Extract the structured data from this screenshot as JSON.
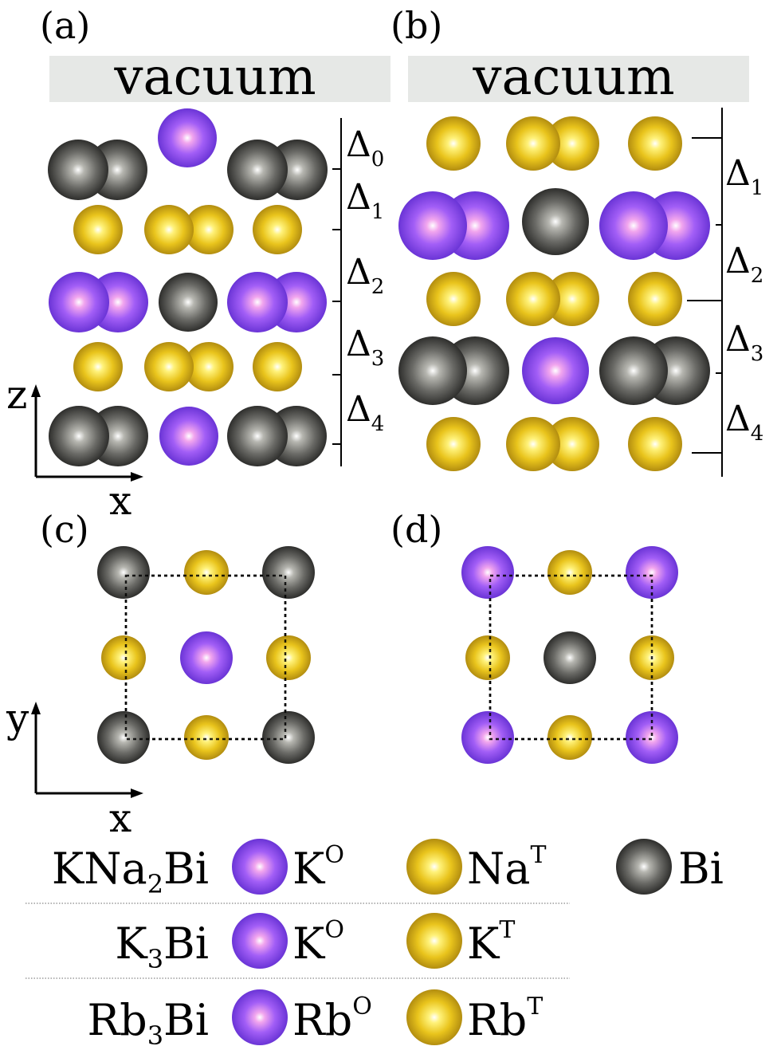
{
  "panels": {
    "a": "(a)",
    "b": "(b)",
    "c": "(c)",
    "d": "(d)"
  },
  "vacuum_label": "vacuum",
  "spacings_a": [
    {
      "sym": "Δ",
      "sub": "0"
    },
    {
      "sym": "Δ",
      "sub": "1"
    },
    {
      "sym": "Δ",
      "sub": "2"
    },
    {
      "sym": "Δ",
      "sub": "3"
    },
    {
      "sym": "Δ",
      "sub": "4"
    }
  ],
  "spacings_b": [
    {
      "sym": "Δ",
      "sub": "1"
    },
    {
      "sym": "Δ",
      "sub": "2"
    },
    {
      "sym": "Δ",
      "sub": "3"
    },
    {
      "sym": "Δ",
      "sub": "4"
    }
  ],
  "axes": {
    "z": "z",
    "x": "x",
    "y": "y"
  },
  "legend": [
    {
      "compound": {
        "pre": "KNa",
        "sub": "2",
        "post": "Bi"
      },
      "octahedral": {
        "base": "K",
        "sup": "O"
      },
      "tetrahedral": {
        "base": "Na",
        "sup": "T"
      },
      "extra": "Bi"
    },
    {
      "compound": {
        "pre": "K",
        "sub": "3",
        "post": "Bi"
      },
      "octahedral": {
        "base": "K",
        "sup": "O"
      },
      "tetrahedral": {
        "base": "K",
        "sup": "T"
      }
    },
    {
      "compound": {
        "pre": "Rb",
        "sub": "3",
        "post": "Bi"
      },
      "octahedral": {
        "base": "Rb",
        "sup": "O"
      },
      "tetrahedral": {
        "base": "Rb",
        "sup": "T"
      }
    }
  ],
  "colors": {
    "octahedral_site": "#8a4cf0",
    "tetrahedral_site": "#e8c21c",
    "bismuth": "#4a4a48",
    "vacuum_band": "#e6e8e6"
  }
}
